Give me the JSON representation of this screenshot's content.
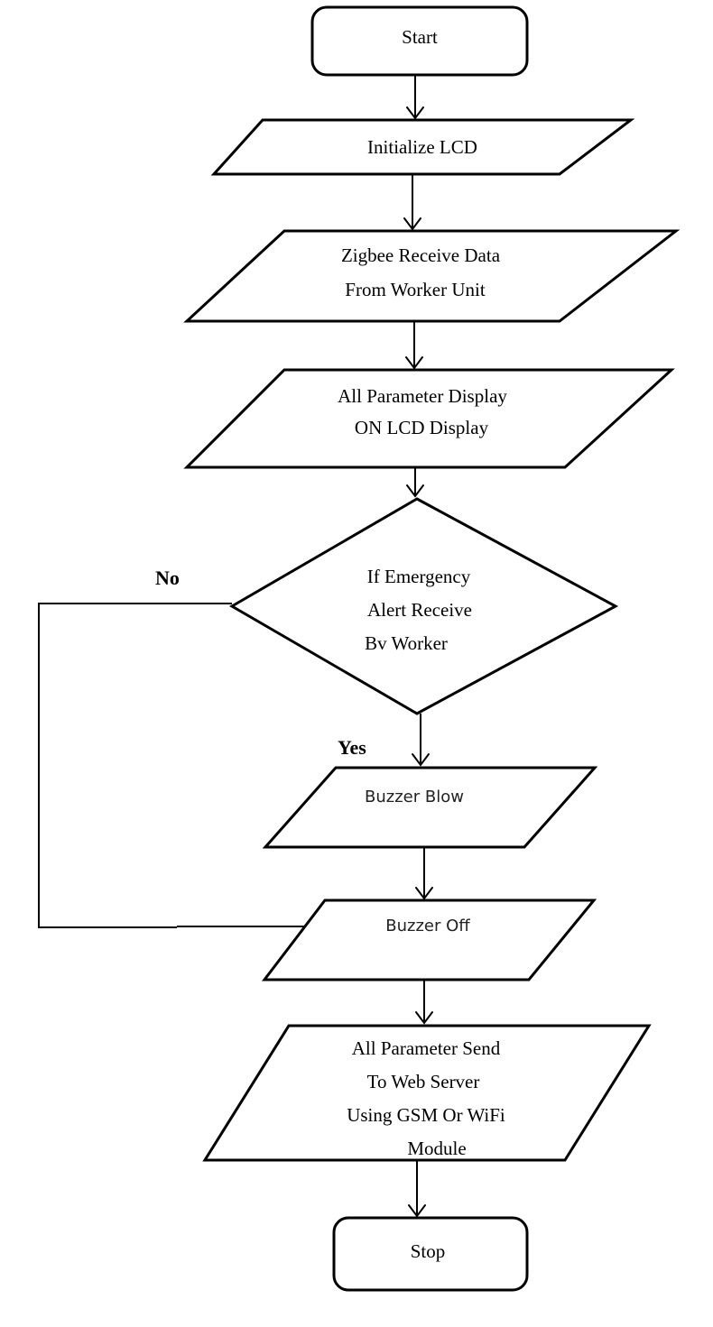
{
  "nodes": {
    "start": {
      "lines": [
        "Start"
      ]
    },
    "init_lcd": {
      "lines": [
        "Initialize LCD"
      ]
    },
    "zigbee_receive": {
      "lines": [
        "Zigbee Receive Data",
        "From Worker Unit"
      ]
    },
    "display_params": {
      "lines": [
        "All Parameter Display",
        "ON LCD Display"
      ]
    },
    "emergency_check": {
      "lines": [
        "If Emergency",
        "Alert Receive",
        "Bv Worker"
      ]
    },
    "buzzer_blow": {
      "lines": [
        "Buzzer Blow"
      ]
    },
    "buzzer_off": {
      "lines": [
        "Buzzer Off"
      ]
    },
    "send_params": {
      "lines": [
        "All Parameter Send",
        "To Web Server",
        "Using GSM Or WiFi",
        "Module"
      ]
    },
    "stop": {
      "lines": [
        "Stop"
      ]
    }
  },
  "branch_labels": {
    "no": "No",
    "yes": "Yes"
  }
}
